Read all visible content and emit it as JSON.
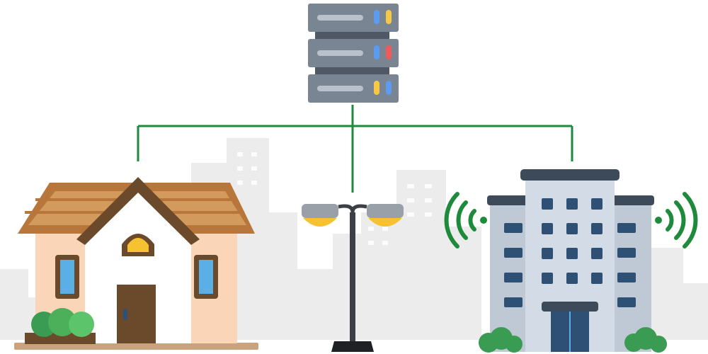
{
  "diagram": {
    "nodes": [
      {
        "id": "server",
        "icon": "server-rack-icon",
        "units": 3
      },
      {
        "id": "house",
        "icon": "house-icon"
      },
      {
        "id": "streetlight",
        "icon": "street-lamp-icon"
      },
      {
        "id": "office",
        "icon": "office-building-icon",
        "broadcasting": true
      }
    ],
    "connections": [
      {
        "from": "server",
        "to": "house"
      },
      {
        "from": "server",
        "to": "streetlight"
      },
      {
        "from": "server",
        "to": "office"
      }
    ],
    "server_led_colors": [
      [
        "#5b9bf0",
        "#f6c843"
      ],
      [
        "#5b9bf0",
        "#f05a5a"
      ],
      [
        "#f6c843",
        "#5b9bf0"
      ]
    ]
  },
  "colors": {
    "connector": "#1e8a3c",
    "signal": "#1e8a3c",
    "skyline": "#ececec",
    "server_body": "#7a8594",
    "server_slot": "#b9c1cc",
    "house_wall": "#fbd5b8",
    "house_roof": "#b9763b",
    "house_trim": "#6b4a2b",
    "lamp_light": "#f6c232",
    "building_body": "#c9d2df",
    "building_window": "#2f5075",
    "shrub": "#3a9c52"
  }
}
